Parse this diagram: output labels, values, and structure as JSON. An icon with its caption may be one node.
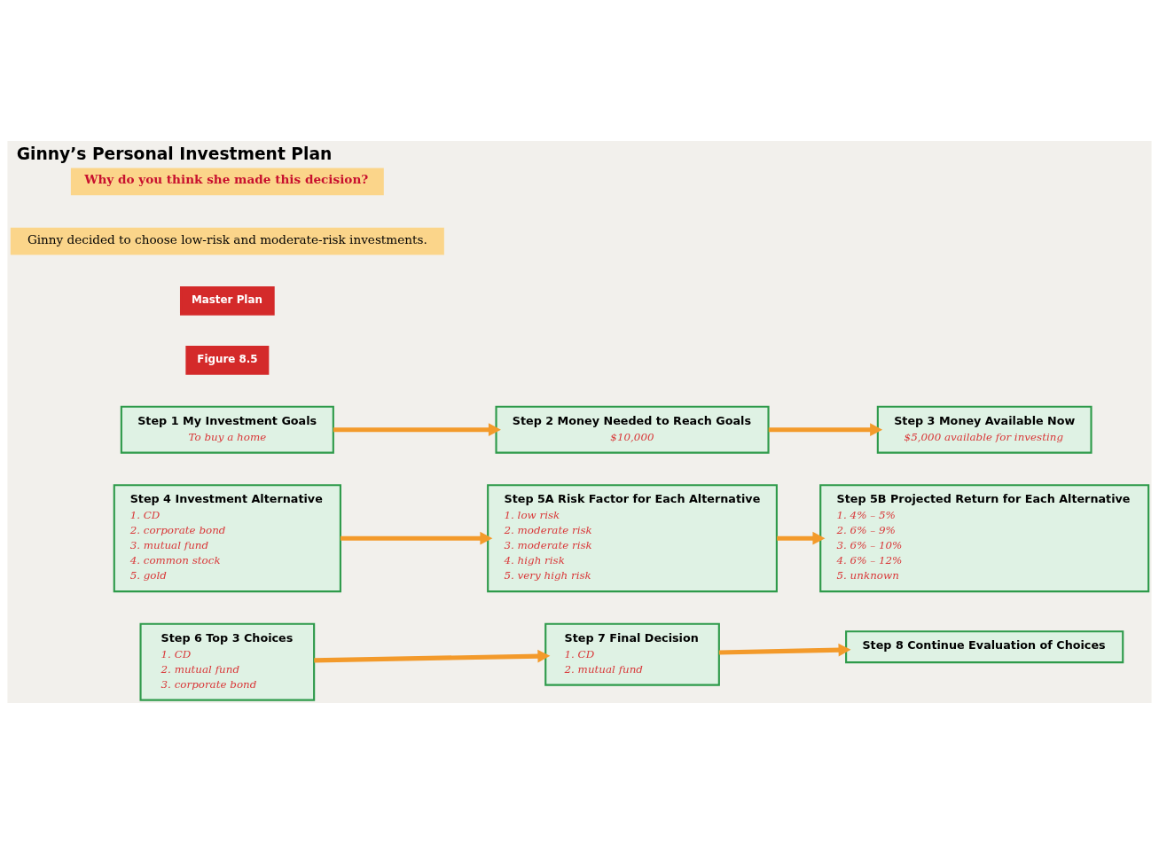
{
  "diagram": {
    "title": "Ginny’s Personal Investment Plan",
    "nodes": [
      {
        "text": [
          "Step 1 My Investment Goals",
          "To buy a home"
        ]
      },
      {
        "text": [
          "Step 2 Money Needed to Reach Goals",
          "$10,000"
        ]
      },
      {
        "text": [
          "Step 3 Money Available Now",
          "$5,000 available for investing"
        ]
      },
      {
        "text": [
          "Step 4 Investment Alternative",
          "1. CD",
          "2. corporate bond",
          "3. mutual fund",
          "4. common stock",
          "5. gold"
        ]
      },
      {
        "text": [
          "Step 5A Risk Factor for Each Alternative",
          "1. low risk",
          "2. moderate risk",
          "3. moderate risk",
          "4. high risk",
          "5. very high risk"
        ]
      },
      {
        "text": [
          "Step 5B Projected Return for Each Alternative",
          "1. 4% – 5%",
          "2. 6% – 9%",
          "3. 6% – 10%",
          "4. 6% – 12%",
          "5. unknown"
        ]
      },
      {
        "text": [
          "Step 6 Top 3 Choices",
          "1. CD",
          "2. mutual fund",
          "3. corporate bond"
        ]
      },
      {
        "text": [
          "Step 7 Final Decision",
          "1. CD",
          "2. mutual fund"
        ]
      },
      {
        "text": [
          "Step 8 Continue Evaluation of Choices"
        ]
      }
    ],
    "edges": [
      {
        "from": 0,
        "to": 1,
        "arrow": "to"
      },
      {
        "from": 1,
        "to": 2,
        "arrow": "to"
      },
      {
        "from": 3,
        "to": 4,
        "arrow": "to"
      },
      {
        "from": 4,
        "to": 5,
        "arrow": "to"
      },
      {
        "from": 6,
        "to": 7,
        "arrow": "to"
      },
      {
        "from": 7,
        "to": 8,
        "arrow": "to"
      }
    ],
    "labels": [
      "Figure 8.5",
      "Master Plan",
      "Ginny decided to choose low-risk and moderate-risk investments.",
      "Why do you think she made this decision?"
    ]
  }
}
